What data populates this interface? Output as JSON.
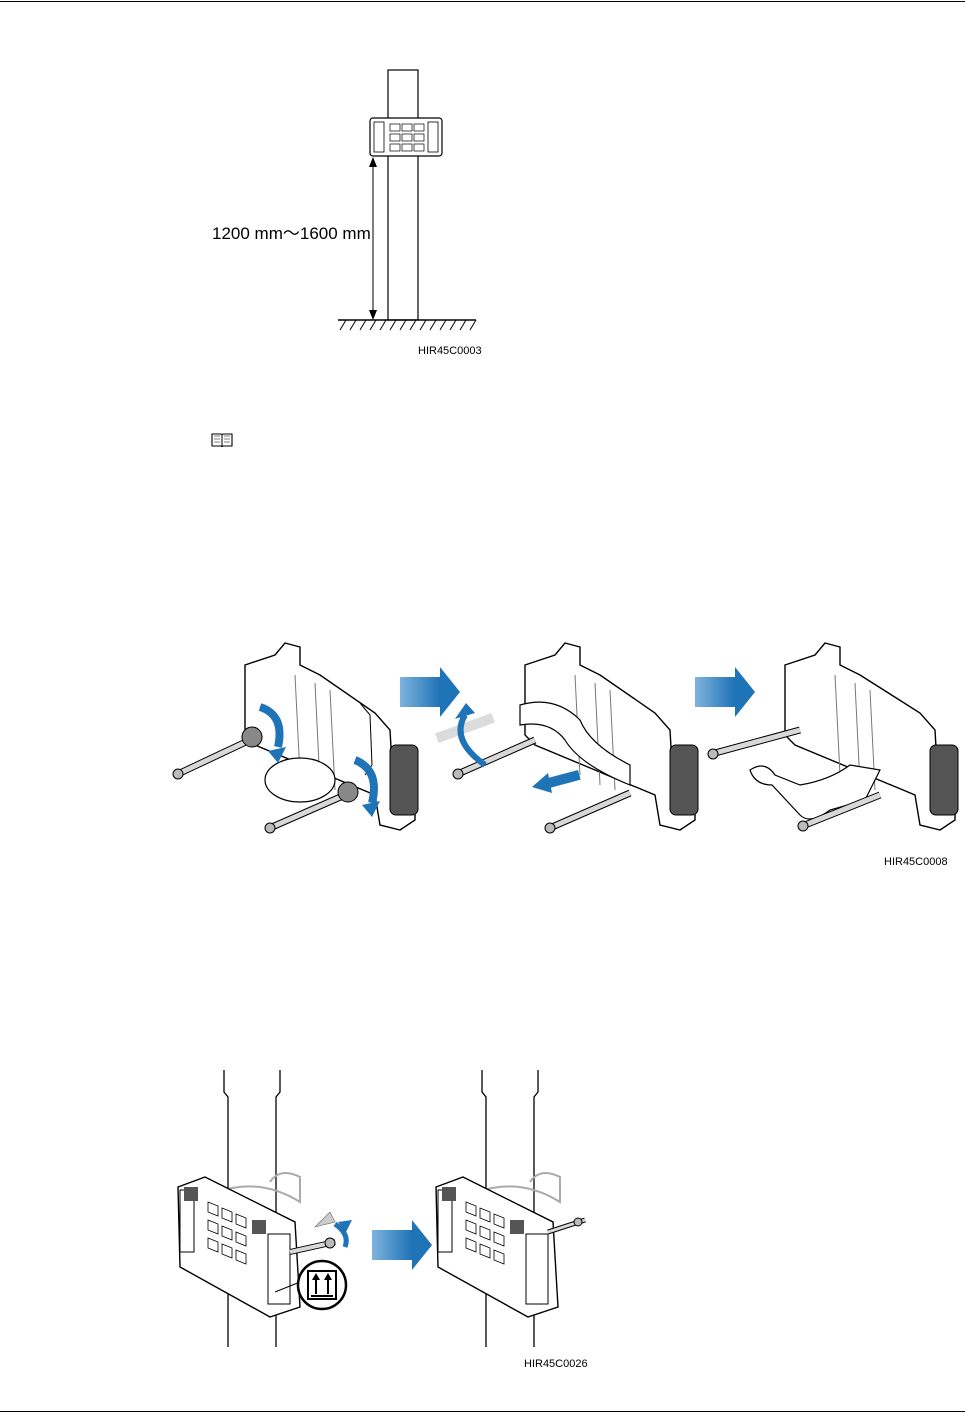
{
  "figures": [
    {
      "dimension_label": "1200 mm～1600 mm",
      "code": "HIR45C0003"
    },
    {
      "code": "HIR45C0008"
    },
    {
      "code": "HIR45C0026"
    }
  ],
  "note": {
    "icon": "note-book-icon"
  },
  "colors": {
    "arrow_blue": "#1f73b7",
    "line": "#000000",
    "metal_gray": "#9a9a9a"
  }
}
